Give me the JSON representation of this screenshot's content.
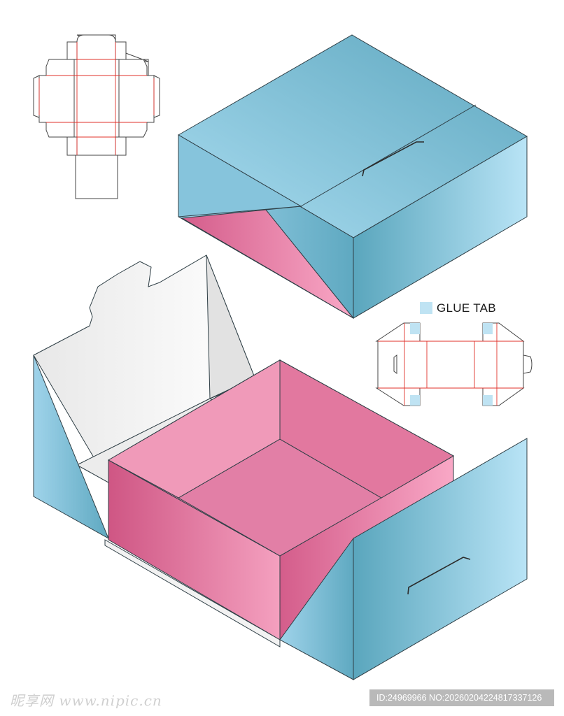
{
  "legend": {
    "label": "GLUE TAB",
    "swatch_color": "#bfe3f3"
  },
  "colors": {
    "blue_light": "#b7e3f5",
    "blue_dark": "#5aa7bf",
    "pink_light": "#f7a9c6",
    "pink_dark": "#cf5a86",
    "white_panel": "#f2f2f2",
    "cut_line": "#333333",
    "fold_line": "#e0302a"
  },
  "watermark": {
    "left_text": "昵享网 www.nipic.cn",
    "right_text": "ID:24969966 NO:20260204224817337126"
  }
}
